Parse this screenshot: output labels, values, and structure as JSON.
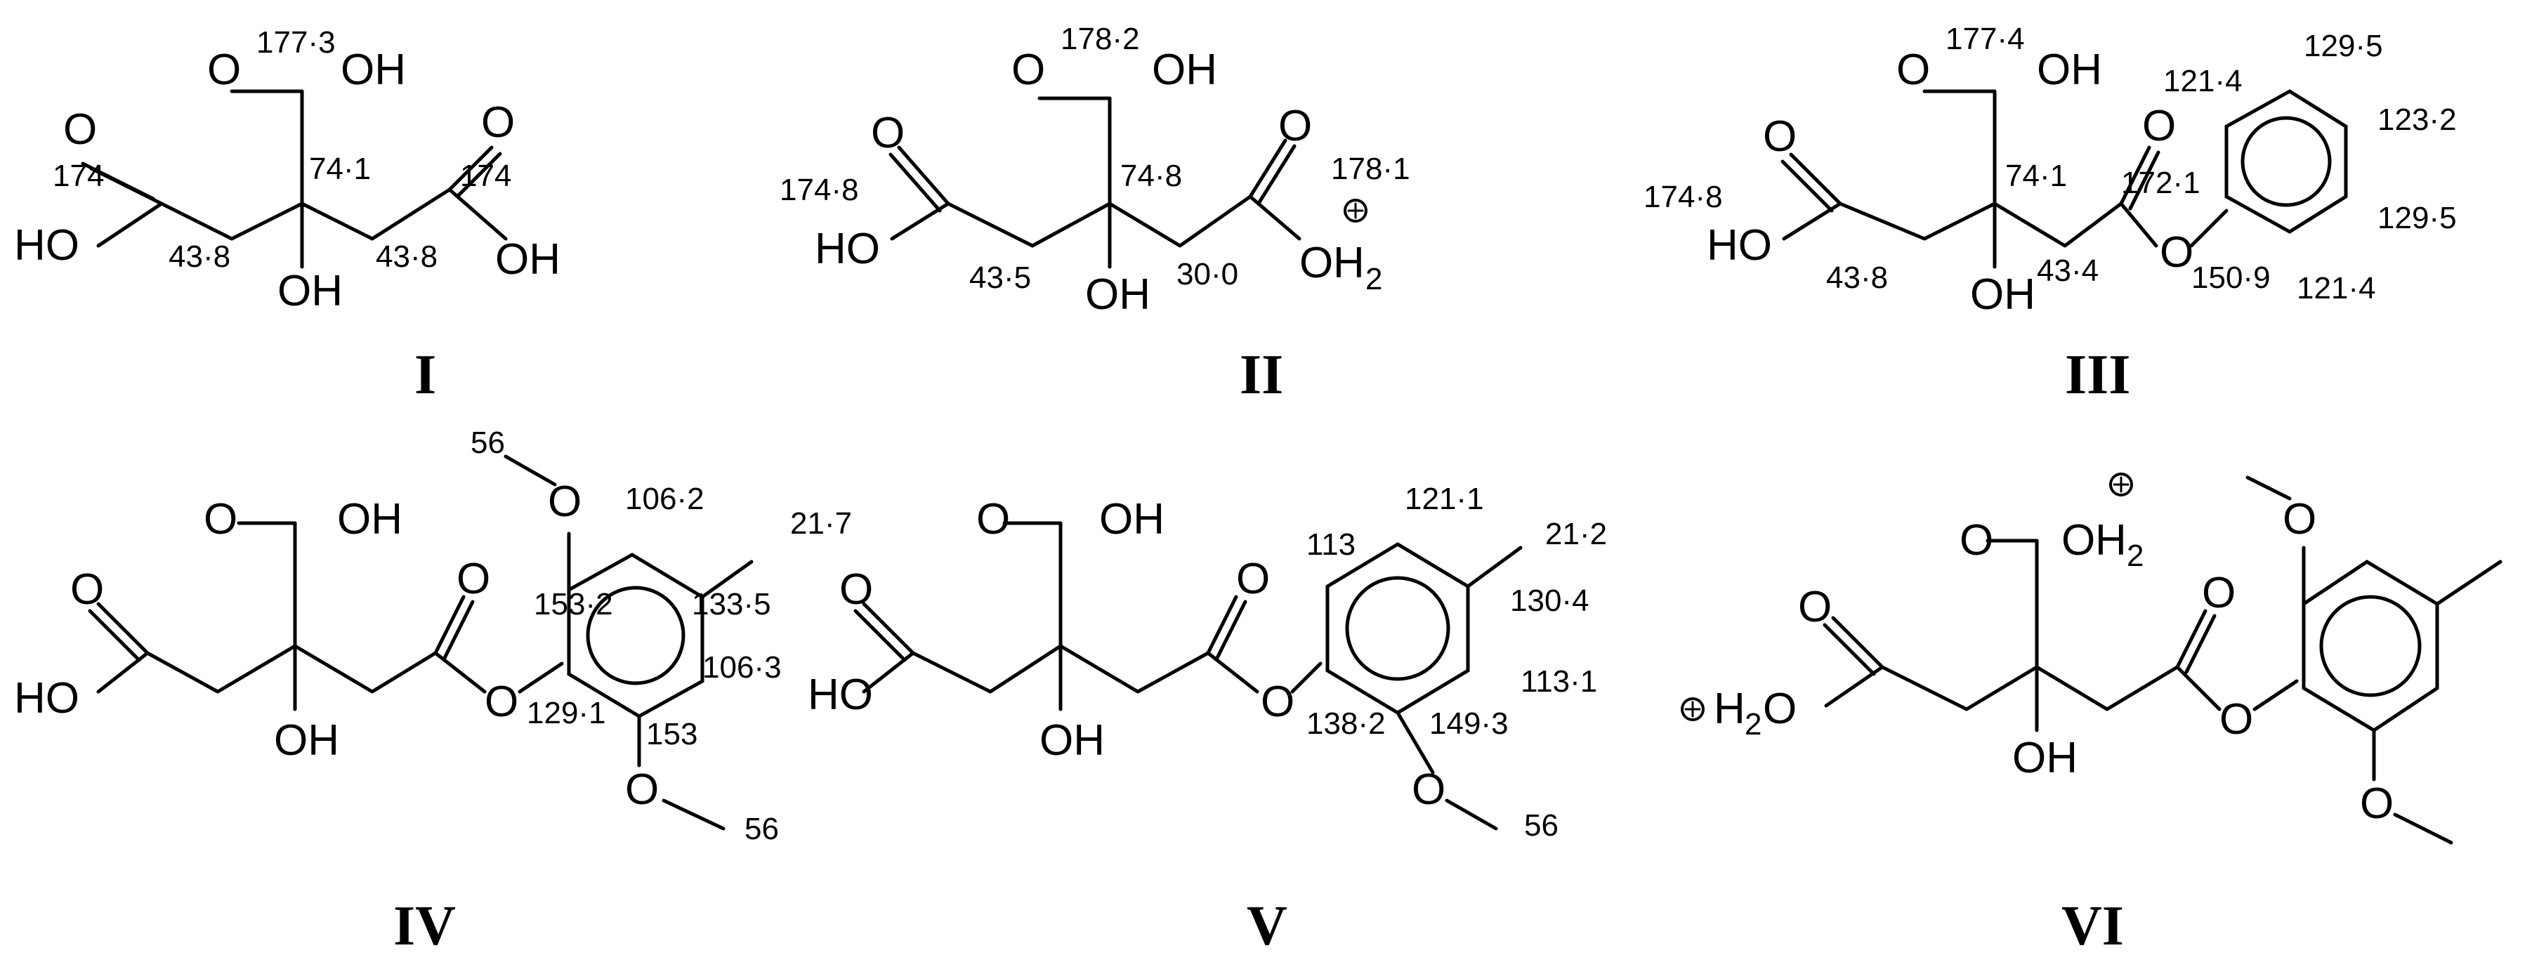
{
  "labels": {
    "I": "I",
    "II": "II",
    "III": "III",
    "IV": "IV",
    "V": "V",
    "VI": "VI"
  },
  "atoms": {
    "O": "O",
    "OH": "OH",
    "HO": "HO",
    "H": "H",
    "two": "2"
  },
  "shifts": {
    "c1": {
      "s177": "177·3",
      "s174a": "174",
      "s174b": "174",
      "s741": "74·1",
      "s438a": "43·8",
      "s438b": "43·8"
    },
    "c2": {
      "s1782": "178·2",
      "s1748": "174·8",
      "s748": "74·8",
      "s1781": "178·1",
      "s435": "43·5",
      "s300": "30·0"
    },
    "c3": {
      "s1774": "177·4",
      "s1214a": "121·4",
      "s1295a": "129·5",
      "s1232": "123·2",
      "s1748": "174·8",
      "s741": "74·1",
      "s1721": "172·1",
      "s1295b": "129·5",
      "s438": "43·8",
      "s434": "43·4",
      "s1509": "150·9",
      "s1214b": "121·4"
    },
    "c4": {
      "s56a": "56",
      "s1062": "106·2",
      "s217": "21·7",
      "s1532": "153·2",
      "s1335": "133·5",
      "s1063": "106·3",
      "s1291": "129·1",
      "s153": "153",
      "s56b": "56"
    },
    "c5": {
      "s113": "113",
      "s1211": "121·1",
      "s212": "21·2",
      "s1304": "130·4",
      "s1131": "113·1",
      "s1382": "138·2",
      "s1493": "149·3",
      "s56": "56"
    }
  }
}
